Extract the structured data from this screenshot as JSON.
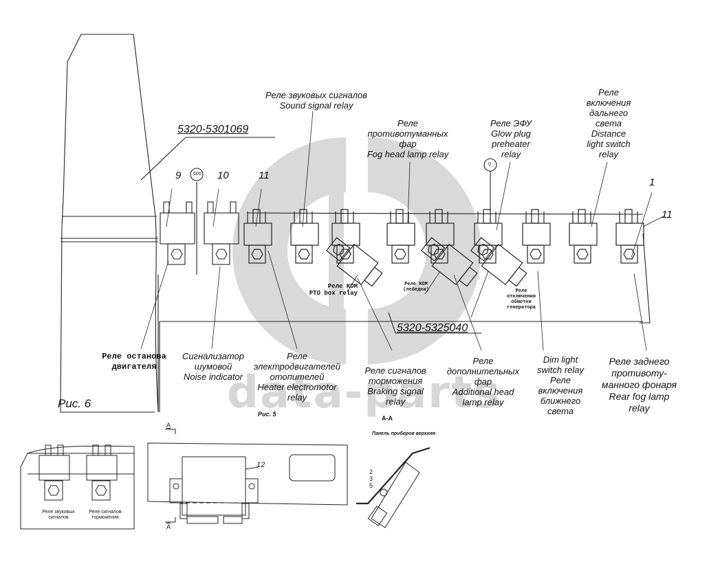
{
  "watermark": {
    "text": "data-parts",
    "color": "#d4d4d4"
  },
  "figure": {
    "fig6_caption": "Рис. 6",
    "fig5_caption": "Рис. 5",
    "section_caption": "А-А",
    "part_number_bracket": "5320-5301069",
    "part_number_panel": "5320-5325040",
    "circle_tag_500": "500",
    "circle_tag_0": "0"
  },
  "position_numbers": {
    "p9": "9",
    "p10": "10",
    "p11_left": "11",
    "p11_right": "11",
    "p1": "1",
    "p12": "12",
    "p2": "2",
    "p3": "3",
    "p5": "5",
    "section_mark": "А"
  },
  "top_labels": {
    "sound_signal": "Реле звуковых сигналов\nSound signal relay",
    "fog_head": "Реле\nпротивотуманных\nфар\nFog head lamp relay",
    "glow_plug": "Реле ЭФУ\nGlow plug\npreheater\nrelay",
    "distance_light": "Реле\nвключения\nдальнего\nсвета\nDistance\nlight switch\nrelay"
  },
  "middle_labels": {
    "pto_box": "Реле КОМ\nPTO box relay",
    "pto_winch": "Реле КОМ\n(лебедки)",
    "generator": "Реле\nотключения\nобмотки\nгенератора"
  },
  "bottom_labels": {
    "engine_stop": "Реле останова\nдвигателя",
    "noise_indicator": "Сигнализатор\nшумовой\nNoise indicator",
    "heater_motor": "Реле\nэлектродвигателей\nотопителей\nHeater electromotor\nrelay",
    "braking_signal": "Реле сигналов\nторможения\nBraking signal\nrelay",
    "additional_head": "Реле\nдополнительных\nфар\nAdditional head\nlamp relay",
    "dim_light": "Dim light\nswitch relay\nРеле\nвключения\nближнего\nсвета",
    "rear_fog": "Реле заднего\nпротивоту-\nманного фонаря\nRear fog lamp\nrelay"
  },
  "inset_labels": {
    "sound_signal_small": "Реле звуковых\nсигналов",
    "braking_small": "Реле сигналов\nторможения",
    "upper_panel": "Панель приборов верхняя"
  }
}
